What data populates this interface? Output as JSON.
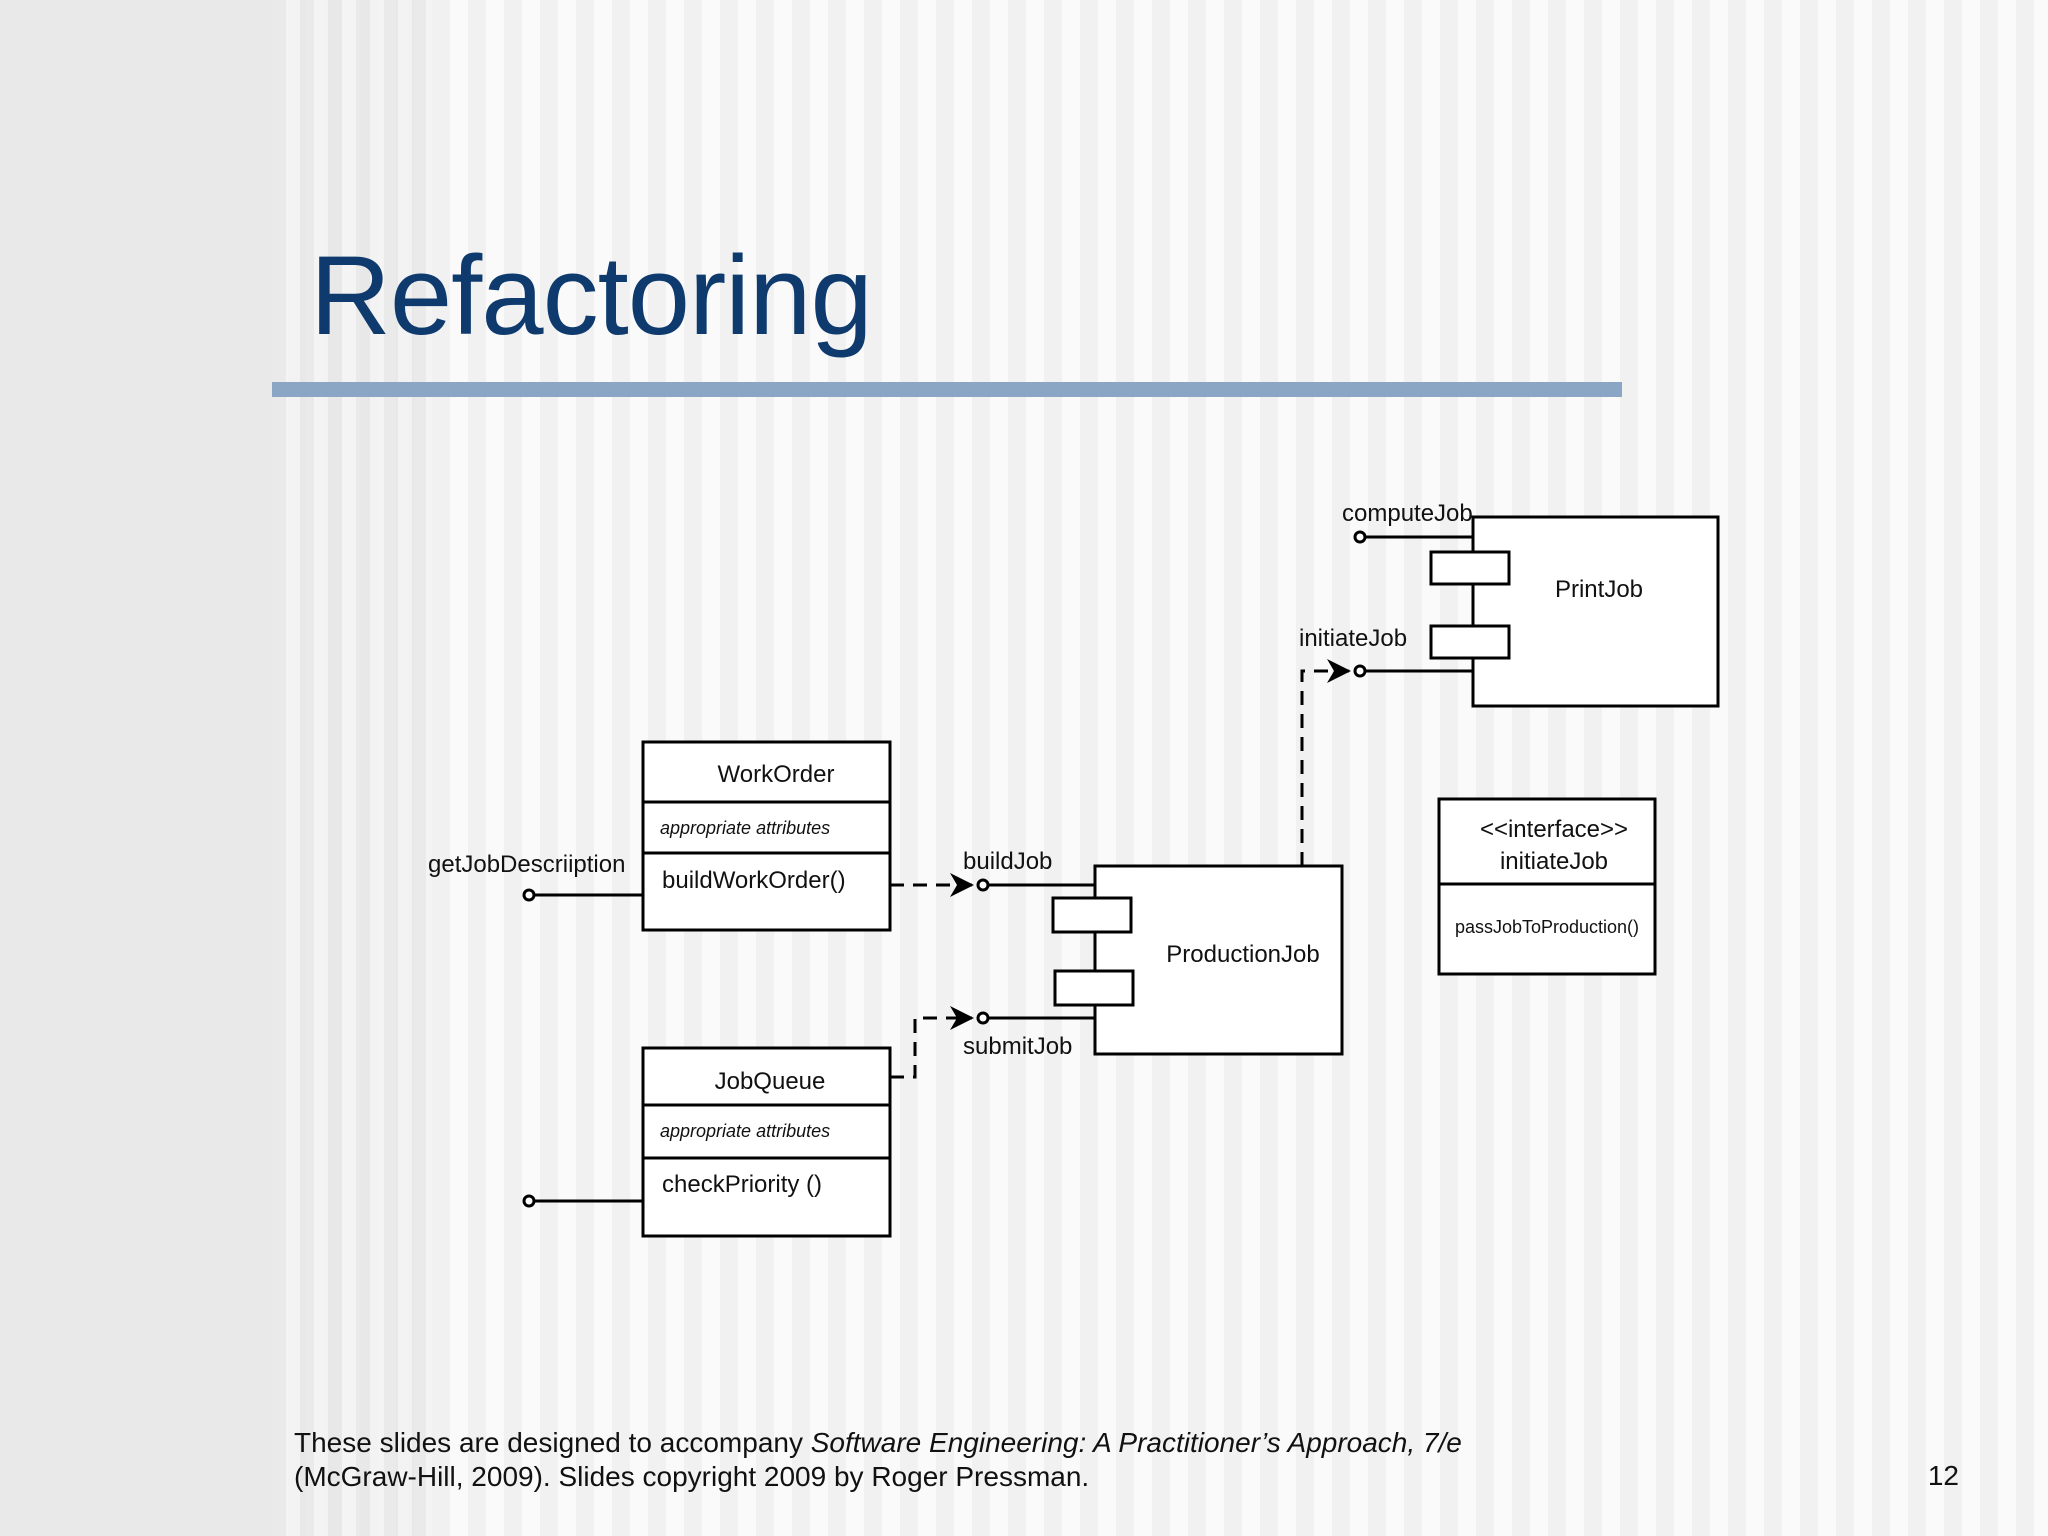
{
  "slide": {
    "title": "Refactoring",
    "page_number": "12",
    "footer": {
      "line1_prefix": "These slides are designed to accompany ",
      "line1_italic": "Software Engineering: A Practitioner’s Approach, 7/e",
      "line2": "(McGraw-Hill, 2009). Slides copyright 2009 by Roger Pressman."
    }
  },
  "diagram": {
    "work_order": {
      "name": "WorkOrder",
      "attributes": "appropriate attributes",
      "operation": "buildWorkOrder()"
    },
    "job_queue": {
      "name": "JobQueue",
      "attributes": "appropriate attributes",
      "operation": "checkPriority ()"
    },
    "production_job": {
      "name": "ProductionJob"
    },
    "print_job": {
      "name": "PrintJob"
    },
    "interface_box": {
      "stereotype": "<<interface>>",
      "name": "initiateJob",
      "operation": "passJobToProduction()"
    },
    "interfaces": {
      "get_job_description": "getJobDescriiption",
      "build_job": "buildJob",
      "submit_job": "submitJob",
      "compute_job": "computeJob",
      "initiate_job": "initiateJob"
    }
  }
}
